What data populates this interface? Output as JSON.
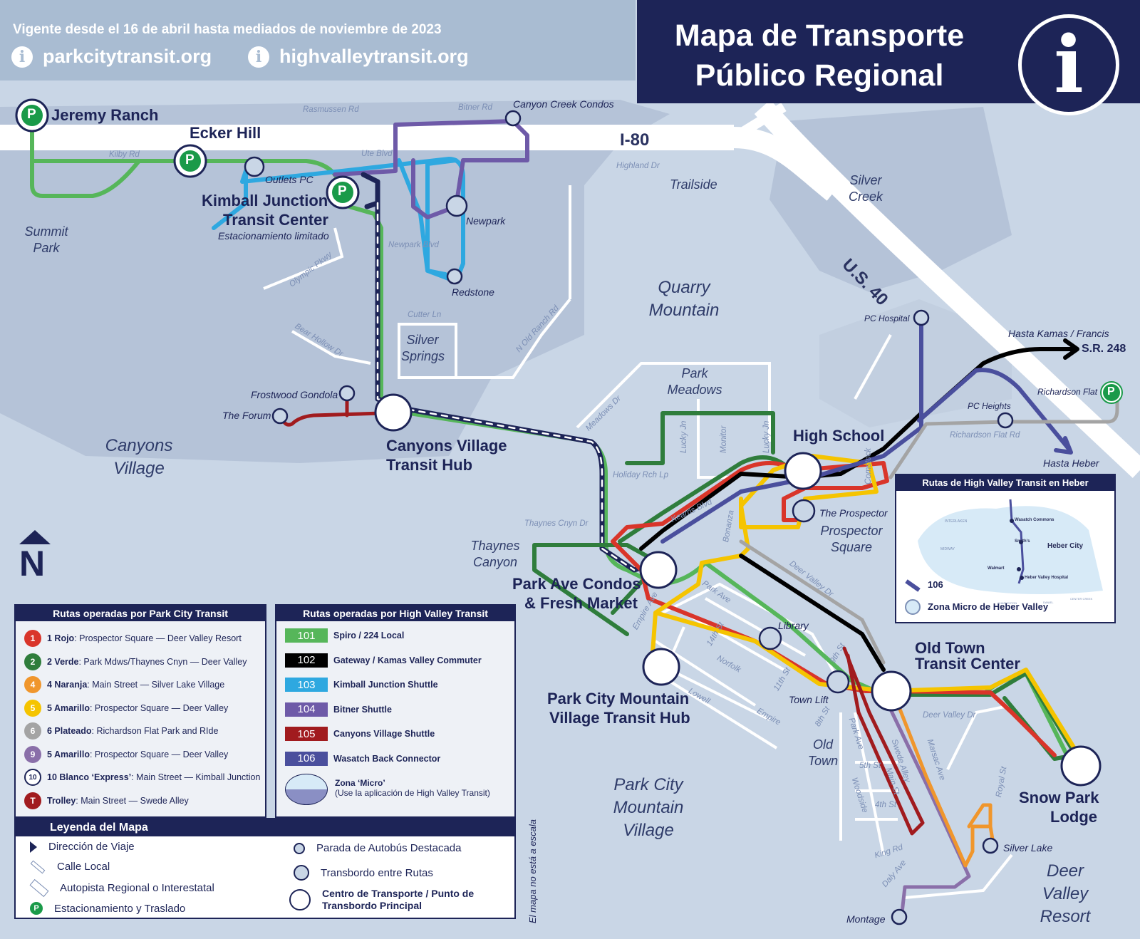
{
  "header": {
    "validity": "Vigente desde el 16 de abril hasta mediados de noviembre de 2023",
    "link1": "parkcitytransit.org",
    "link2": "highvalleytransit.org",
    "title_line1": "Mapa de Transporte",
    "title_line2": "Público Regional",
    "info_glyph": "i",
    "info_icon": "info-icon"
  },
  "colors": {
    "navy": "#1d2457",
    "rojo": "#d9352a",
    "verde": "#2f7d3c",
    "naranja": "#f0962c",
    "amarillo": "#f5c400",
    "plateado": "#a4a4a4",
    "morado": "#8a6fa9",
    "blanco": "#1d2457",
    "trolley": "#a11b1e",
    "spiro": "#56b65a",
    "gateway": "#000000",
    "kimball": "#2ea8e0",
    "bitner": "#6e5aa8",
    "canyons": "#a11b1e",
    "wasatch": "#4a4f9d",
    "park": "#1a9a49"
  },
  "hubs": {
    "canyons_village_hub_1": "Canyons Village",
    "canyons_village_hub_2": "Transit Hub",
    "pc_mountain_1": "Park City Mountain",
    "pc_mountain_2": "Village Transit Hub",
    "old_town_1": "Old Town",
    "old_town_2": "Transit Center",
    "kimball_1": "Kimball Junction",
    "kimball_2": "Transit Center",
    "kimball_note": "Estacionamiento limitado",
    "park_ave_1": "Park Ave Condos",
    "park_ave_2": "& Fresh Market",
    "snow_park_1": "Snow Park",
    "snow_park_2": "Lodge",
    "high_school": "High School",
    "jeremy_ranch": "Jeremy Ranch",
    "ecker_hill": "Ecker Hill"
  },
  "areas": {
    "summit_park_1": "Summit",
    "summit_park_2": "Park",
    "trailside": "Trailside",
    "silver_creek_1": "Silver",
    "silver_creek_2": "Creek",
    "quarry_1": "Quarry",
    "quarry_2": "Mountain",
    "silver_springs_1": "Silver",
    "silver_springs_2": "Springs",
    "canyons_1": "Canyons",
    "canyons_2": "Village",
    "park_meadows_1": "Park",
    "park_meadows_2": "Meadows",
    "thaynes_1": "Thaynes",
    "thaynes_2": "Canyon",
    "prospector_1": "Prospector",
    "prospector_2": "Square",
    "old_town_1": "Old",
    "old_town_2": "Town",
    "pcmv_1": "Park City",
    "pcmv_2": "Mountain",
    "pcmv_3": "Village",
    "deer_valley_1": "Deer",
    "deer_valley_2": "Valley",
    "deer_valley_3": "Resort"
  },
  "stops": {
    "outlets": "Outlets PC",
    "newpark": "Newpark",
    "redstone": "Redstone",
    "canyon_creek": "Canyon Creek Condos",
    "frostwood": "Frostwood Gondola",
    "forum": "The Forum",
    "pc_hospital": "PC Hospital",
    "pc_heights": "PC Heights",
    "richardson": "Richardson Flat",
    "prospector": "The Prospector",
    "library": "Library",
    "town_lift": "Town Lift",
    "silver_lake": "Silver Lake",
    "montage": "Montage",
    "kamas": "Hasta Kamas / Francis",
    "sr248": "S.R. 248",
    "heber": "Hasta Heber"
  },
  "highways": {
    "i80": "I-80",
    "us40": "U.S. 40"
  },
  "roads": {
    "rasmussen": "Rasmussen Rd",
    "bitner": "Bitner Rd",
    "kilby": "Kilby Rd",
    "ute": "Ute Blvd",
    "highland": "Highland Dr",
    "newpark_blvd": "Newpark Blvd",
    "olympic": "Olympic Pkwy",
    "bear_hollow": "Bear Hollow Dr",
    "cutter": "Cutter Ln",
    "n_old_ranch": "N Old Ranch Rd",
    "meadows": "Meadows Dr",
    "holiday": "Holiday Rch Lp",
    "lucky1": "Lucky Jn",
    "monitor": "Monitor",
    "lucky2": "Lucky Jn",
    "thaynes_cyn": "Thaynes Cnyn Dr",
    "kearns": "Kearns Blvd",
    "bonanza": "Bonanza",
    "comstock": "Comstock",
    "deer_valley_dr": "Deer Valley Dr",
    "deer_valley_dr2": "Deer Valley Dr",
    "park_ave": "Park Ave",
    "empire_ave": "Empire Ave",
    "fourteenth": "14th St",
    "norfolk": "Norfolk",
    "eleventh": "11th St",
    "ninth": "9th St",
    "eighth": "8th St",
    "lowell": "Lowell",
    "empire": "Empire",
    "park_ave2": "Park Ave",
    "swede": "Swede Alley",
    "main": "Main St",
    "fifth": "5th St",
    "fourth": "4th St",
    "marsac": "Marsac Ave",
    "woodside": "Woodside",
    "king": "King Rd",
    "daly": "Daly Ave",
    "royal": "Royal St",
    "richardson_flat_rd": "Richardson Flat Rd"
  },
  "heber_inset": {
    "title": "Rutas de High Valley Transit en Heber",
    "route": "106",
    "zone": "Zona Micro de Heber Valley",
    "heber_city": "Heber City",
    "wasatch_commons": "Wasatch Commons",
    "smiths": "Smith's",
    "walmart": "Walmart",
    "hospital": "Heber Valley Hospital",
    "interlaken": "INTERLAKEN",
    "midway": "MIDWAY",
    "charleston": "CHARLESTON",
    "daniel": "DANIEL",
    "center_creek": "CENTER CREEK"
  },
  "pct_legend": {
    "title": "Rutas operadas por Park City Transit",
    "routes": [
      {
        "num": "1",
        "name": "1 Rojo",
        "desc": ": Prospector Square  —  Deer Valley Resort",
        "color": "#d9352a",
        "icon": "route-1-badge"
      },
      {
        "num": "2",
        "name": "2 Verde",
        "desc": ": Park Mdws/Thaynes Cnyn — Deer Valley",
        "color": "#2f7d3c",
        "icon": "route-2-badge"
      },
      {
        "num": "4",
        "name": "4 Naranja",
        "desc": ": Main Street — Silver Lake Village",
        "color": "#f0962c",
        "icon": "route-4-badge"
      },
      {
        "num": "5",
        "name": "5 Amarillo",
        "desc": ": Prospector Square — Deer Valley",
        "color": "#f5c400",
        "icon": "route-5-badge"
      },
      {
        "num": "6",
        "name": "6 Plateado",
        "desc": ": Richardson Flat Park and RIde",
        "color": "#a4a4a4",
        "icon": "route-6-badge"
      },
      {
        "num": "9",
        "name": "5 Amarillo",
        "desc": ": Prospector Square — Deer Valley",
        "color": "#8a6fa9",
        "icon": "route-9-badge"
      },
      {
        "num": "10",
        "name": "10 Blanco ‘Express’",
        "desc": ": Main Street — Kimball Junction",
        "color": "#1d2457",
        "icon": "route-10-badge"
      },
      {
        "num": "T",
        "name": "Trolley",
        "desc": ": Main Street — Swede Alley",
        "color": "#a11b1e",
        "icon": "trolley-badge"
      }
    ]
  },
  "hvt_legend": {
    "title": "Rutas operadas por High Valley Transit",
    "routes": [
      {
        "num": "101",
        "name": "Spiro / 224 Local",
        "color": "#56b65a"
      },
      {
        "num": "102",
        "name": "Gateway / Kamas Valley  Commuter",
        "color": "#000000"
      },
      {
        "num": "103",
        "name": "Kimball Junction Shuttle",
        "color": "#2ea8e0"
      },
      {
        "num": "104",
        "name": "Bitner Shuttle",
        "color": "#6e5aa8"
      },
      {
        "num": "105",
        "name": "Canyons Village Shuttle",
        "color": "#a11b1e"
      },
      {
        "num": "106",
        "name": "Wasatch Back Connector",
        "color": "#4a4f9d"
      }
    ],
    "micro_title": "Zona ‘Micro’",
    "micro_note": "(Use la aplicación de High Valley Transit)"
  },
  "map_legend": {
    "title": "Leyenda del Mapa",
    "items": [
      {
        "label": "Dirección de Viaje",
        "icon": "direction-arrow-icon"
      },
      {
        "label": "Calle Local",
        "icon": "local-street-icon"
      },
      {
        "label": "Autopista Regional o Interestatal",
        "icon": "highway-icon"
      },
      {
        "label": "Estacionamiento y Traslado",
        "icon": "park-and-ride-icon"
      },
      {
        "label": "Parada de Autobús Destacada",
        "icon": "bus-stop-icon"
      },
      {
        "label": "Transbordo entre Rutas",
        "icon": "transfer-icon"
      },
      {
        "label": "Centro de Transporte / Punto de Transbordo Principal",
        "icon": "transit-center-icon"
      }
    ],
    "park_glyph": "P",
    "scale_note": "El mapa no está a escala",
    "north": "N"
  }
}
